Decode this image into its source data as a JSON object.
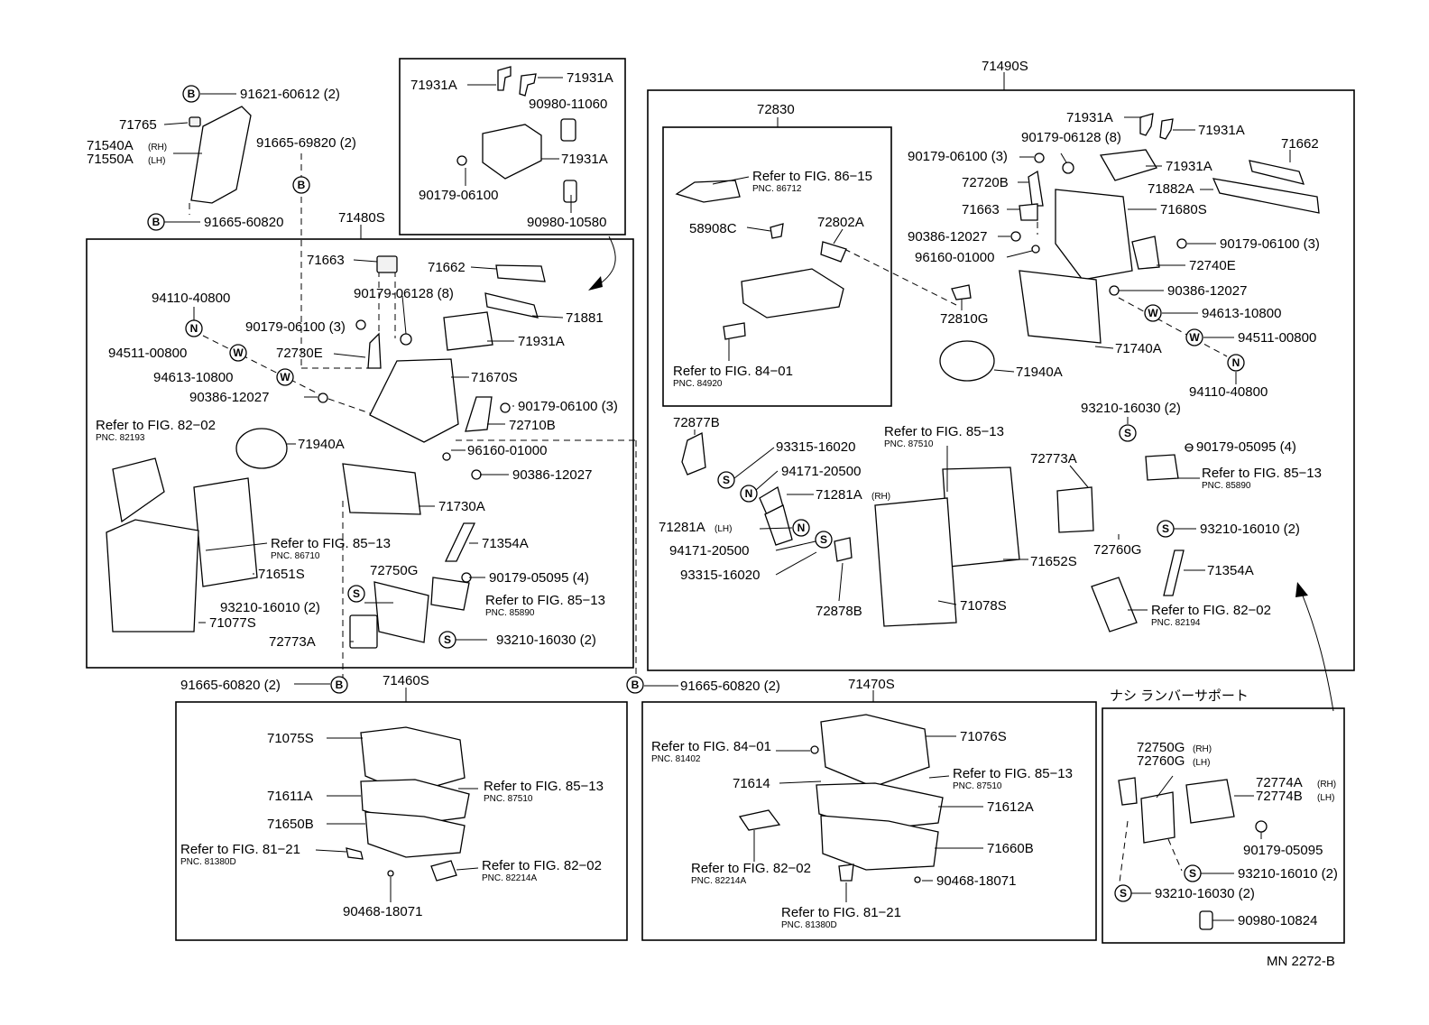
{
  "diagram_ref": "MN 2272-B",
  "jp_note": "ナシ ランバーサポート",
  "groups": {
    "g71490": "71490S",
    "g71480": "71480S",
    "g71460": "71460S",
    "g71470": "71470S",
    "g72830": "72830"
  },
  "labels": {
    "p91621_60612": "91621-60612 (2)",
    "p71765": "71765",
    "p71540A": "71540A",
    "p71540A_side": "(RH)",
    "p71550A": "71550A",
    "p71550A_side": "(LH)",
    "p91665_69820": "91665-69820 (2)",
    "p91665_60820_top": "91665-60820",
    "p71931A_1": "71931A",
    "p71931A_2": "71931A",
    "p90980_11060": "90980-11060",
    "p71931A_3": "71931A",
    "p90179_06100_a": "90179-06100",
    "p90980_10580": "90980-10580",
    "p71663_a": "71663",
    "p71662_a": "71662",
    "p94110_40800_a": "94110-40800",
    "p90179_06128_a": "90179-06128 (8)",
    "p71881": "71881",
    "p90179_06100_b": "90179-06100 (3)",
    "p71931A_4": "71931A",
    "p94511_00800_a": "94511-00800",
    "p72730E": "72730E",
    "p94613_10800_a": "94613-10800",
    "p71670S": "71670S",
    "p90386_12027_a": "90386-12027",
    "p90179_06100_c": "90179-06100 (3)",
    "p72710B": "72710B",
    "ref82_02_a": "Refer to FIG. 82−02",
    "pnc82193": "PNC. 82193",
    "p71940A_a": "71940A",
    "p96160_01000_a": "96160-01000",
    "p90386_12027_b": "90386-12027",
    "p71730A": "71730A",
    "p71354A_a": "71354A",
    "ref85_13_a": "Refer to FIG. 85−13",
    "pnc86710": "PNC. 86710",
    "p71651S": "71651S",
    "p72750G_a": "72750G",
    "p90179_05095_a": "90179-05095 (4)",
    "p93210_16010_a": "93210-16010 (2)",
    "ref85_13_b": "Refer to FIG. 85−13",
    "pnc85890_a": "PNC. 85890",
    "p71077S": "71077S",
    "p72773A_a": "72773A",
    "p93210_16030_a": "93210-16030 (2)",
    "p91665_60820_l": "91665-60820 (2)",
    "p91665_60820_r": "91665-60820 (2)",
    "ref86_15": "Refer to FIG. 86−15",
    "pnc86712": "PNC. 86712",
    "p58908C": "58908C",
    "p72802A": "72802A",
    "ref84_01_a": "Refer to FIG. 84−01",
    "pnc84920": "PNC. 84920",
    "p72810G": "72810G",
    "p71931A_5": "71931A",
    "p71931A_6": "71931A",
    "p90179_06128_b": "90179-06128 (8)",
    "p71662_b": "71662",
    "p90179_06100_d": "90179-06100 (3)",
    "p71931A_7": "71931A",
    "p72720B": "72720B",
    "p71882A": "71882A",
    "p71663_b": "71663",
    "p71680S": "71680S",
    "p90386_12027_c": "90386-12027",
    "p90179_06100_e": "90179-06100 (3)",
    "p96160_01000_b": "96160-01000",
    "p72740E": "72740E",
    "p90386_12027_d": "90386-12027",
    "p94613_10800_b": "94613-10800",
    "p94511_00800_b": "94511-00800",
    "p71740A": "71740A",
    "p71940A_b": "71940A",
    "p94110_40800_b": "94110-40800",
    "p93210_16030_b": "93210-16030 (2)",
    "p72877B": "72877B",
    "p93315_16020_a": "93315-16020",
    "ref85_13_c": "Refer to FIG. 85−13",
    "pnc87510_a": "PNC. 87510",
    "p90179_05095_b": "90179-05095 (4)",
    "p94171_20500_a": "94171-20500",
    "p72773A_b": "72773A",
    "ref85_13_d": "Refer to FIG. 85−13",
    "pnc85890_b": "PNC. 85890",
    "p71281A_rh": "71281A",
    "p71281A_rh_side": "(RH)",
    "p71281A_lh": "71281A",
    "p71281A_lh_side": "(LH)",
    "p93210_16010_b": "93210-16010 (2)",
    "p94171_20500_b": "94171-20500",
    "p72760G_a": "72760G",
    "p93315_16020_b": "93315-16020",
    "p71652S": "71652S",
    "p71354A_b": "71354A",
    "p72878B": "72878B",
    "p71078S": "71078S",
    "ref82_02_b": "Refer to FIG. 82−02",
    "pnc82194": "PNC. 82194",
    "p71075S": "71075S",
    "p71611A": "71611A",
    "ref85_13_e": "Refer to FIG. 85−13",
    "pnc87510_b": "PNC. 87510",
    "p71650B": "71650B",
    "ref81_21_a": "Refer to FIG. 81−21",
    "pnc81380D_a": "PNC. 81380D",
    "ref82_02_c": "Refer to FIG. 82−02",
    "pnc82214A_a": "PNC. 82214A",
    "p90468_18071_a": "90468-18071",
    "p71076S": "71076S",
    "ref84_01_b": "Refer to FIG. 84−01",
    "pnc81402": "PNC. 81402",
    "p71614": "71614",
    "ref85_13_f": "Refer to FIG. 85−13",
    "pnc87510_c": "PNC. 87510",
    "p71612A": "71612A",
    "p71660B": "71660B",
    "ref82_02_d": "Refer to FIG. 82−02",
    "pnc82214A_b": "PNC. 82214A",
    "p90468_18071_b": "90468-18071",
    "ref81_21_b": "Refer to FIG. 81−21",
    "pnc81380D_b": "PNC. 81380D",
    "p72750G_rh": "72750G",
    "p72750G_rh_side": "(RH)",
    "p72760G_lh": "72760G",
    "p72760G_lh_side": "(LH)",
    "p72774A": "72774A",
    "p72774A_side": "(RH)",
    "p72774B": "72774B",
    "p72774B_side": "(LH)",
    "p90179_05095_c": "90179-05095",
    "p93210_16010_c": "93210-16010 (2)",
    "p93210_16030_c": "93210-16030 (2)",
    "p90980_10824": "90980-10824"
  },
  "symbols": {
    "B": "B",
    "N": "N",
    "W": "W",
    "S": "S"
  }
}
